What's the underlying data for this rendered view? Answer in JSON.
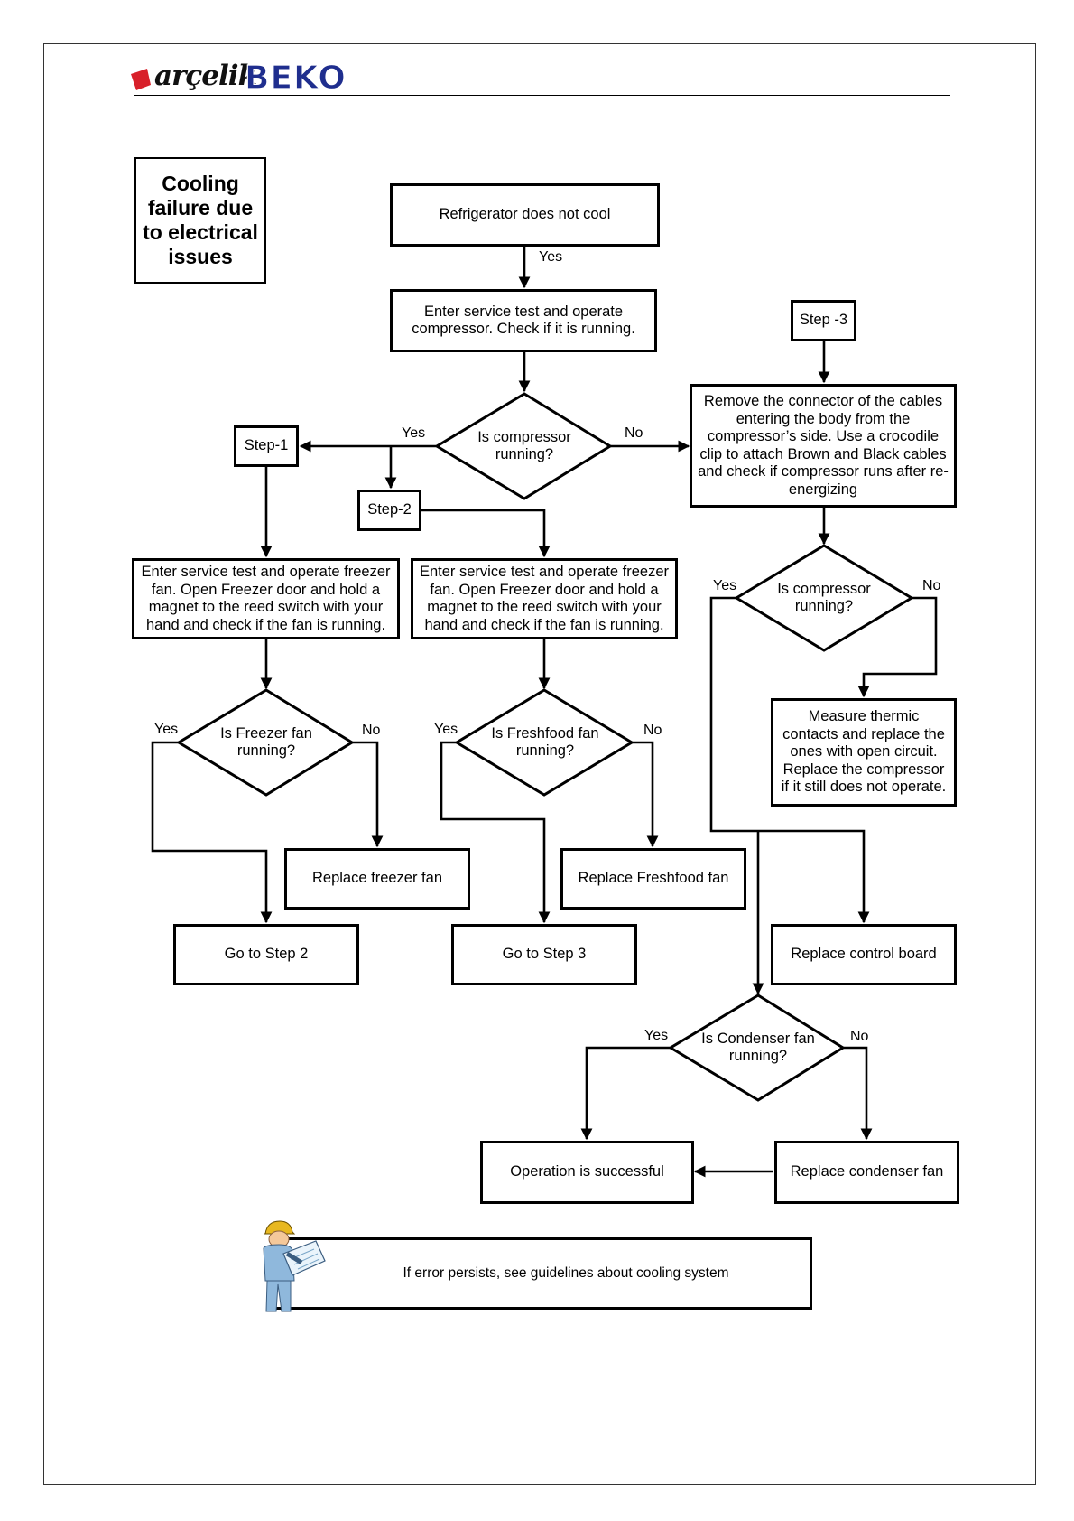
{
  "header": {
    "logo_arcelik": "arçelik",
    "logo_beko": "BEKO",
    "colors": {
      "arcelik_red": "#d8202a",
      "beko_blue": "#1f2e8e"
    }
  },
  "diagram": {
    "title": "Cooling failure due to electrical issues",
    "nodes": {
      "start": "Refrigerator does not cool",
      "service_test": "Enter service test and operate compressor. Check if it is running.",
      "q_compressor_1": "Is compressor running?",
      "step1": "Step-1",
      "step2": "Step-2",
      "step3": "Step -3",
      "remove_connector": "Remove the connector of the cables entering the body from the compressor’s side. Use a crocodile clip to attach Brown and Black cables and check if compressor runs after re-energizing",
      "freezer_test": "Enter service test and operate freezer fan. Open Freezer door and hold a magnet to the reed switch with your hand and check if the fan is running.",
      "freshfood_test": "Enter service test and operate freezer fan. Open Freezer door and hold a magnet to the reed switch with your hand and check if the fan is running.",
      "q_compressor_2": "Is compressor running?",
      "q_freezer": "Is Freezer fan running?",
      "q_freshfood": "Is Freshfood fan running?",
      "measure_thermic": "Measure thermic contacts and replace the ones with open circuit. Replace the compressor if it still does not operate.",
      "replace_freezer": "Replace freezer fan",
      "replace_freshfood": "Replace Freshfood fan",
      "goto_step2": "Go to Step 2",
      "goto_step3": "Go to Step 3",
      "replace_board": "Replace control board",
      "q_condenser": "Is Condenser fan running?",
      "success": "Operation is successful",
      "replace_condenser": "Replace condenser fan"
    },
    "labels": {
      "yes": "Yes",
      "no": "No"
    },
    "footer_note": "If error persists, see guidelines about cooling system"
  }
}
